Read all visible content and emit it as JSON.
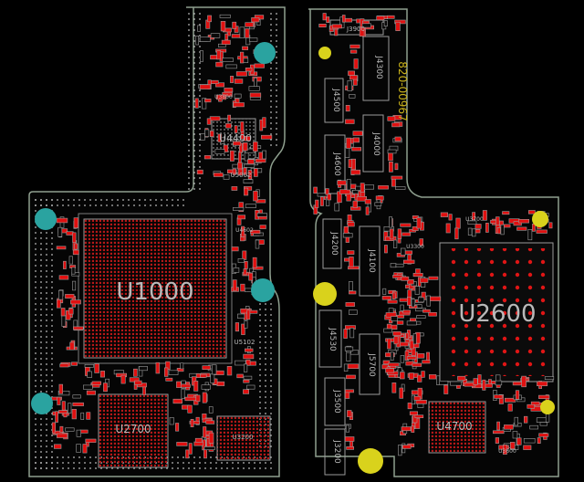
{
  "colors": {
    "background": "#000000",
    "board_outline": "#8fa08f",
    "pad_red": "#e01010",
    "silk_gray": "#9a9a9a",
    "via_light": "#c8c8c8",
    "mount_hole_teal": "#2aa3a0",
    "mount_hole_yellow": "#d9d21c",
    "label_gray": "#b8b8b8",
    "board_number": "#c9b21a"
  },
  "labels": {
    "u1000": "U1000",
    "u2600": "U2600",
    "u2700": "U2700",
    "u4400": "U4400",
    "u4700": "U4700",
    "u3900": "J3900",
    "j4300": "J4300",
    "j4500": "J4500",
    "j4000": "J4000",
    "j4600": "J4600",
    "j4200": "J4200",
    "j4100": "J4100",
    "j4530": "J4530",
    "j5700": "J5700",
    "j3500": "J3500",
    "j3200": "J3200",
    "u5002": "U5002",
    "u5102": "U5102",
    "u3200": "U3200",
    "u3600": "U3600",
    "u3700": "U3700",
    "u4602": "U4602",
    "u3800": "U3800",
    "u3300": "U3300",
    "board_number": "820-00967"
  }
}
